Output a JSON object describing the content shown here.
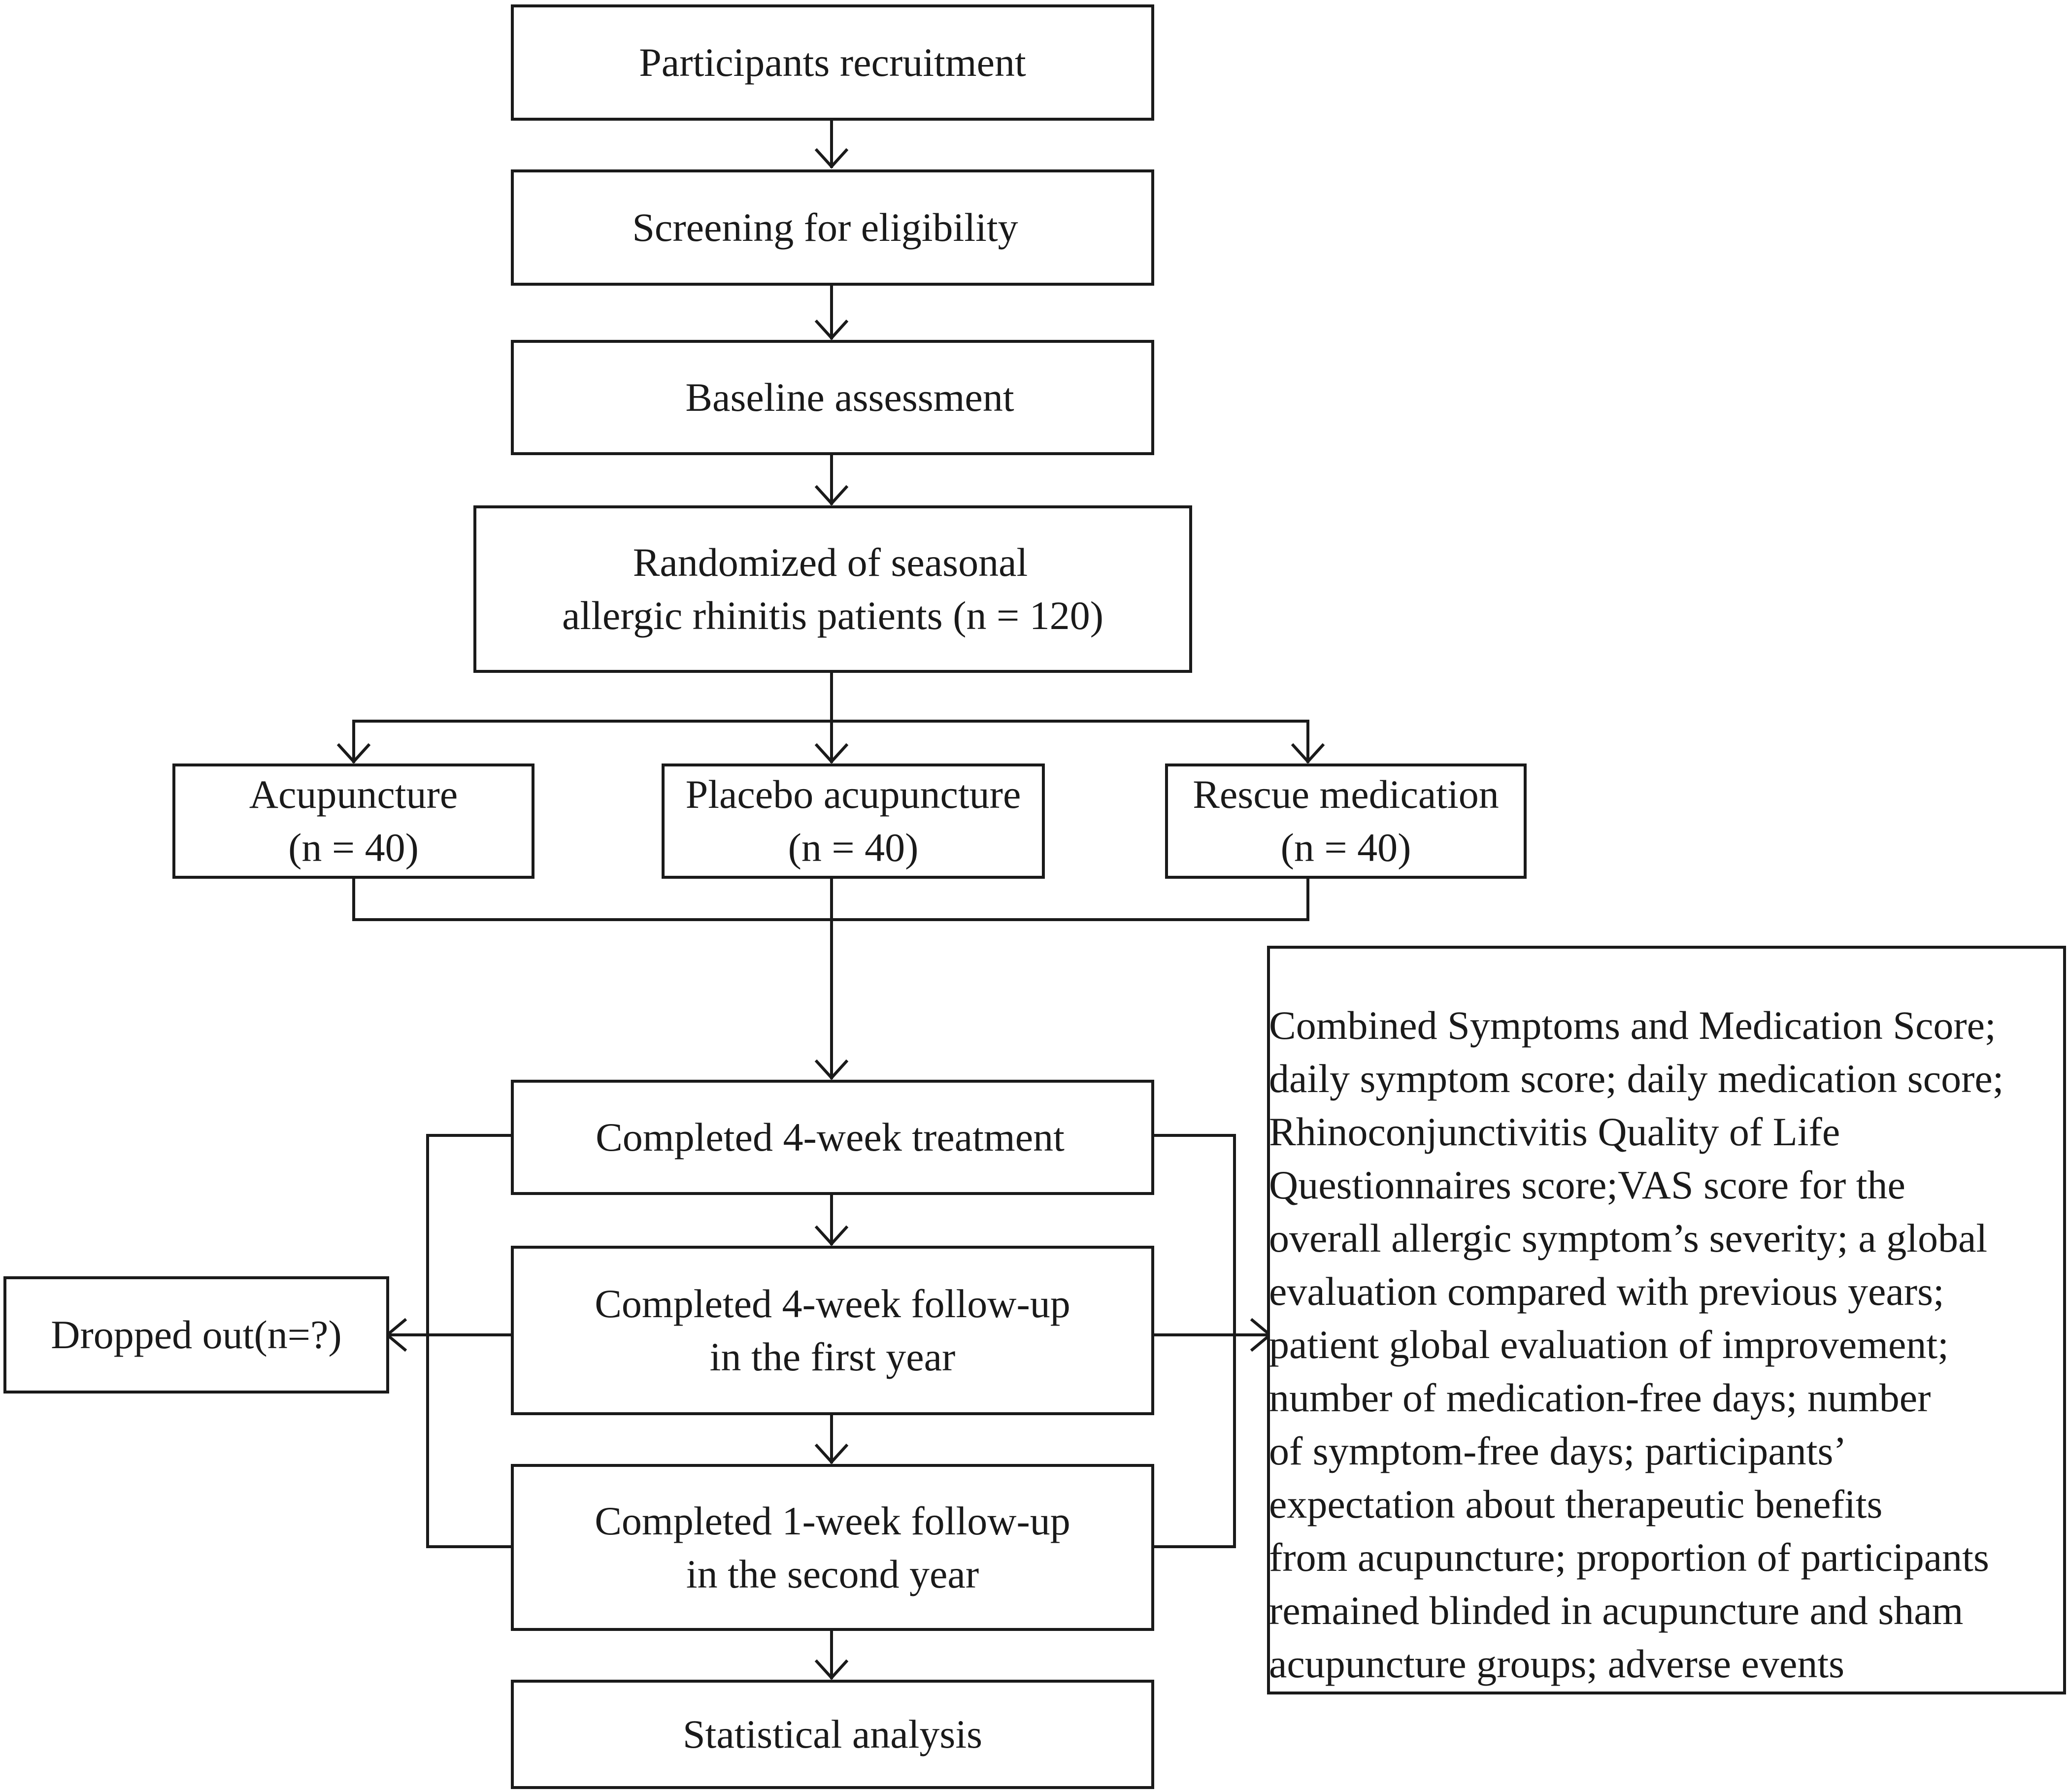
{
  "flow": {
    "recruitment": "Participants recruitment",
    "screening": "Screening for eligibility",
    "baseline": "Baseline assessment",
    "randomized": {
      "line1": "Randomized of seasonal",
      "line2": "allergic rhinitis patients (n = 120)"
    },
    "groups": [
      {
        "name": "Acupuncture",
        "n": "(n = 40)"
      },
      {
        "name": "Placebo acupuncture",
        "n": "(n = 40)"
      },
      {
        "name": "Rescue medication",
        "n": "(n = 40)"
      }
    ],
    "treatment": "Completed 4-week treatment",
    "followup1": {
      "line1": "Completed 4-week follow-up",
      "line2": "in the first year"
    },
    "followup2": {
      "line1": "Completed 1-week follow-up",
      "line2": "in the second year"
    },
    "analysis": "Statistical analysis",
    "dropped": "Dropped out(n=?)"
  },
  "outcomes": {
    "lines": [
      "Combined Symptoms and Medication Score;",
      "daily symptom score; daily medication score;",
      "Rhinoconjunctivitis Quality of Life",
      "Questionnaires score;VAS score for the",
      "overall allergic symptom’s severity; a global",
      "evaluation compared with previous years;",
      "patient global evaluation of improvement;",
      "number of medication-free days; number",
      "of symptom-free days; participants’",
      "expectation about therapeutic benefits",
      "from acupuncture; proportion of participants",
      "remained blinded in acupuncture and sham",
      "acupuncture groups; adverse events"
    ]
  }
}
